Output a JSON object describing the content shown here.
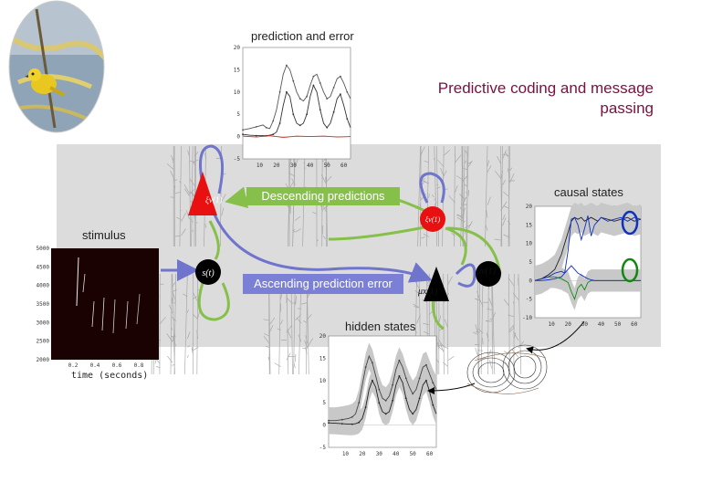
{
  "title": "Predictive coding and message passing",
  "labels": {
    "prediction_and_error": "prediction and error",
    "descending_predictions": "Descending predictions",
    "ascending_prediction_error": "Ascending prediction error",
    "stimulus": "stimulus",
    "time_seconds": "time (seconds)",
    "causal_states": "causal states",
    "hidden_states": "hidden states"
  },
  "symbols": {
    "st": "s(t)",
    "xi_v": "ξv(1)",
    "xi_x": "ξx(1)",
    "xi_v2": "ξv(1)",
    "mu_v": "μv(1)",
    "mu_x": "μx(1)"
  },
  "chart_data": [
    {
      "id": "prediction-and-error",
      "type": "line",
      "title": "prediction and error",
      "xlim": [
        0,
        64
      ],
      "ylim": [
        -5,
        20
      ],
      "x_ticks": [
        "10",
        "20",
        "30",
        "40",
        "50",
        "60"
      ],
      "y_ticks": [
        "20",
        "15",
        "10",
        "5",
        "0",
        "-5"
      ],
      "series": [
        {
          "x": [
            0,
            4,
            8,
            12,
            14,
            16,
            18,
            20,
            22,
            24,
            26,
            28,
            30,
            32,
            34,
            36,
            38,
            40,
            42,
            44,
            46,
            48,
            50,
            52,
            54,
            56,
            58,
            60,
            62,
            64
          ],
          "values": [
            1.5,
            1.8,
            2.2,
            2.6,
            2.0,
            1.8,
            3.5,
            6.0,
            10.0,
            14.0,
            16.0,
            15.0,
            12.5,
            10.0,
            8.5,
            8.0,
            9.0,
            11.5,
            13.5,
            14.0,
            12.0,
            10.0,
            8.5,
            9.0,
            11.0,
            13.0,
            13.5,
            12.0,
            10.0,
            8.5
          ]
        },
        {
          "x": [
            0,
            4,
            8,
            12,
            14,
            16,
            18,
            20,
            22,
            24,
            26,
            28,
            30,
            32,
            34,
            36,
            38,
            40,
            42,
            44,
            46,
            48,
            50,
            52,
            54,
            56,
            58,
            60,
            62,
            64
          ],
          "values": [
            0.5,
            0.3,
            0.2,
            0.2,
            0.2,
            0.3,
            0.5,
            1.0,
            3.0,
            7.0,
            10.0,
            9.0,
            5.0,
            3.0,
            2.5,
            3.0,
            5.0,
            9.0,
            11.5,
            10.0,
            6.0,
            3.0,
            2.0,
            3.0,
            5.5,
            8.5,
            9.5,
            7.0,
            4.0,
            2.0
          ]
        },
        {
          "x": [
            0,
            8,
            16,
            24,
            32,
            40,
            48,
            56,
            64
          ],
          "values": [
            0.1,
            -0.1,
            0.2,
            -0.2,
            0.1,
            0.0,
            0.1,
            -0.1,
            0.0
          ]
        }
      ]
    },
    {
      "id": "causal-states",
      "type": "line",
      "title": "causal states",
      "xlim": [
        0,
        64
      ],
      "ylim": [
        -10,
        20
      ],
      "x_ticks": [
        "10",
        "20",
        "30",
        "40",
        "50",
        "60"
      ],
      "y_ticks": [
        "20",
        "15",
        "10",
        "5",
        "0",
        "-5",
        "-10"
      ],
      "series": [
        {
          "x": [
            0,
            4,
            8,
            12,
            16,
            18,
            20,
            22,
            24,
            26,
            28,
            30,
            32,
            34,
            36,
            38,
            40,
            44,
            48,
            52,
            56,
            60,
            64
          ],
          "values": [
            0,
            0.5,
            1.5,
            3.0,
            7.0,
            10.0,
            13.0,
            16.0,
            17.0,
            16.5,
            17.0,
            16.0,
            16.5,
            17.0,
            16.5,
            16.0,
            17.0,
            16.5,
            16.0,
            16.5,
            17.0,
            16.0,
            16.5
          ]
        },
        {
          "x": [
            0,
            4,
            8,
            12,
            16,
            18,
            20,
            22,
            24,
            26,
            28,
            30,
            32,
            34,
            36,
            38,
            40,
            44,
            48,
            52,
            56,
            60,
            64
          ],
          "values": [
            0,
            0,
            0.2,
            0.5,
            1.0,
            2.0,
            8.0,
            16.5,
            17.0,
            15.0,
            11.0,
            14.0,
            17.5,
            12.0,
            15.0,
            16.0,
            17.0,
            16.0,
            16.5,
            17.0,
            16.0,
            17.0,
            16.5
          ]
        },
        {
          "x": [
            0,
            4,
            8,
            12,
            16,
            18,
            20,
            22,
            24,
            26,
            28,
            30,
            32,
            34,
            36,
            38,
            40,
            44,
            48,
            52,
            56,
            60,
            64
          ],
          "values": [
            0,
            0.5,
            1.0,
            1.0,
            0.5,
            0.0,
            -0.5,
            -3.0,
            -5.0,
            -2.0,
            -1.0,
            -2.5,
            -0.5,
            0.0,
            0.0,
            0.0,
            0.0,
            0.0,
            0.0,
            0.0,
            0.0,
            0.0,
            0.0
          ]
        },
        {
          "x": [
            0,
            4,
            8,
            12,
            16,
            18,
            20,
            22,
            24,
            26,
            28,
            30,
            32,
            34,
            36,
            40,
            44,
            48,
            52,
            56,
            60,
            64
          ],
          "values": [
            0,
            0.5,
            1.0,
            2.0,
            2.5,
            2.0,
            3.0,
            4.0,
            3.0,
            2.0,
            1.5,
            1.0,
            0.5,
            0.2,
            0.0,
            0.0,
            0.0,
            0.0,
            0.0,
            0.0,
            0.0,
            0.0
          ]
        }
      ]
    },
    {
      "id": "hidden-states",
      "type": "line",
      "title": "hidden states",
      "xlim": [
        0,
        64
      ],
      "ylim": [
        -5,
        20
      ],
      "x_ticks": [
        "10",
        "20",
        "30",
        "40",
        "50",
        "60"
      ],
      "y_ticks": [
        "20",
        "15",
        "10",
        "5",
        "0",
        "-5"
      ],
      "series": [
        {
          "x": [
            0,
            4,
            8,
            12,
            14,
            16,
            18,
            20,
            22,
            24,
            26,
            28,
            30,
            32,
            34,
            36,
            38,
            40,
            42,
            44,
            46,
            48,
            50,
            52,
            54,
            56,
            58,
            60,
            62,
            64
          ],
          "values": [
            1.0,
            1.0,
            1.2,
            1.5,
            1.8,
            2.5,
            5.0,
            9.0,
            13.0,
            15.5,
            14.0,
            11.0,
            8.0,
            6.0,
            5.5,
            6.5,
            9.0,
            12.5,
            14.5,
            13.0,
            10.5,
            8.5,
            7.0,
            8.0,
            10.5,
            13.0,
            13.5,
            11.5,
            9.5,
            8.0
          ]
        },
        {
          "x": [
            0,
            4,
            8,
            12,
            14,
            16,
            18,
            20,
            22,
            24,
            26,
            28,
            30,
            32,
            34,
            36,
            38,
            40,
            42,
            44,
            46,
            48,
            50,
            52,
            54,
            56,
            58,
            60,
            62,
            64
          ],
          "values": [
            0.5,
            0.4,
            0.3,
            0.2,
            0.2,
            0.3,
            0.6,
            1.5,
            4.0,
            8.0,
            10.0,
            8.5,
            5.0,
            3.0,
            2.5,
            3.0,
            5.5,
            9.0,
            11.0,
            9.5,
            6.0,
            3.5,
            2.5,
            3.5,
            6.0,
            9.0,
            10.0,
            7.5,
            4.5,
            2.5
          ]
        }
      ]
    },
    {
      "id": "stimulus",
      "type": "heatmap",
      "title": "stimulus",
      "xlabel": "time (seconds)",
      "x_ticks": [
        "0.2",
        "0.4",
        "0.6",
        "0.8"
      ],
      "y_ticks": [
        "5000",
        "4500",
        "4000",
        "3500",
        "3000",
        "2500",
        "2000"
      ]
    }
  ]
}
